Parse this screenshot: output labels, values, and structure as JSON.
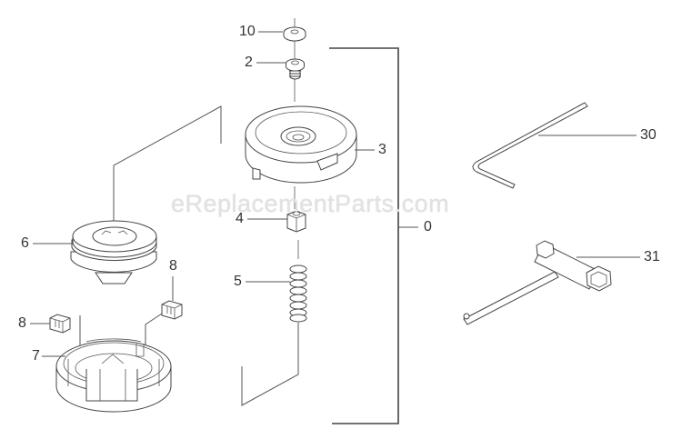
{
  "diagram": {
    "type": "exploded-parts-diagram",
    "subject": "trimmer head assembly",
    "watermark": "eReplacementParts.com",
    "assembly_label": "0",
    "parts": [
      {
        "ref": "10",
        "name": "washer"
      },
      {
        "ref": "2",
        "name": "bolt"
      },
      {
        "ref": "3",
        "name": "spool cap"
      },
      {
        "ref": "4",
        "name": "nut"
      },
      {
        "ref": "5",
        "name": "spring"
      },
      {
        "ref": "6",
        "name": "spool"
      },
      {
        "ref": "8a",
        "display": "8",
        "name": "eyelet (upper)"
      },
      {
        "ref": "8b",
        "display": "8",
        "name": "eyelet (lower)"
      },
      {
        "ref": "7",
        "name": "housing"
      },
      {
        "ref": "30",
        "name": "hex key"
      },
      {
        "ref": "31",
        "name": "socket wrench"
      }
    ]
  },
  "labels": {
    "p10": "10",
    "p2": "2",
    "p3": "3",
    "p4": "4",
    "p5": "5",
    "p6": "6",
    "p8_upper": "8",
    "p8_lower": "8",
    "p7": "7",
    "p0": "0",
    "p30": "30",
    "p31": "31"
  }
}
